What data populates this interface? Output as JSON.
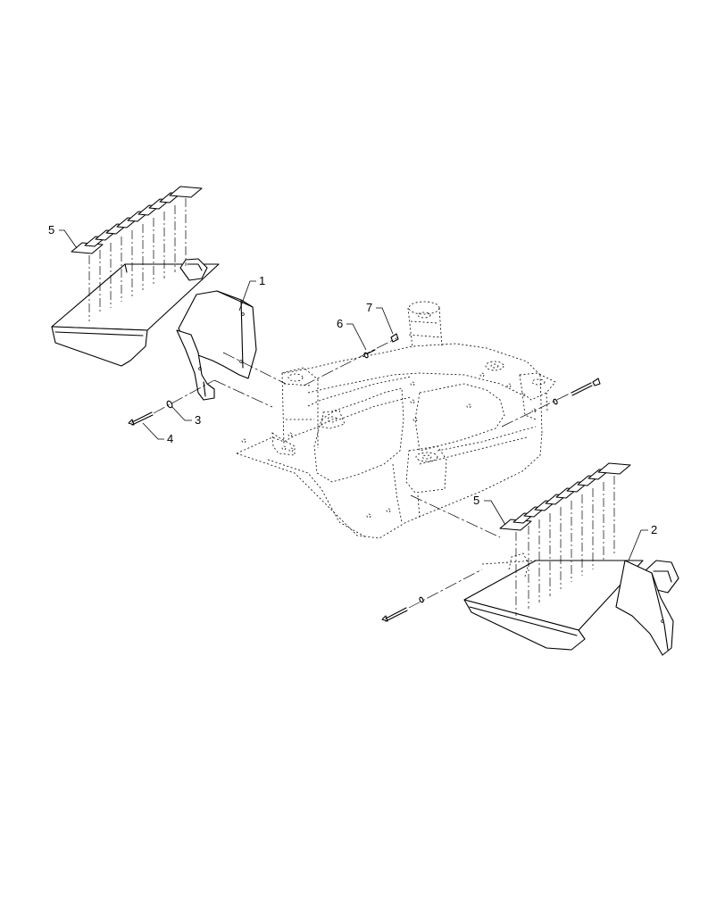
{
  "diagram": {
    "callouts": {
      "c1": "1",
      "c2": "2",
      "c3": "3",
      "c4": "4",
      "c5a": "5",
      "c5b": "5",
      "c6": "6",
      "c7": "7"
    }
  }
}
